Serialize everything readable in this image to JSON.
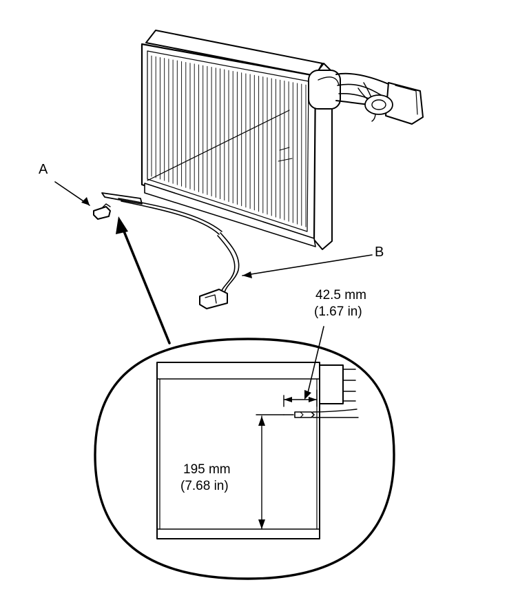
{
  "callouts": {
    "a": "A",
    "b": "B"
  },
  "dimensions": {
    "offset_metric": "42.5 mm",
    "offset_imperial": "(1.67 in)",
    "height_metric": "195 mm",
    "height_imperial": "(7.68 in)"
  },
  "colors": {
    "line": "#000000",
    "fill": "#ffffff"
  }
}
